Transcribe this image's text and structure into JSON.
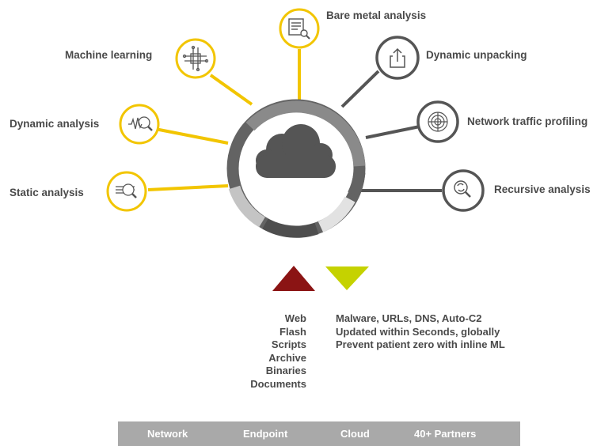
{
  "nodes": [
    {
      "id": "bare-metal",
      "label": "Bare metal analysis",
      "icon": "server-magnifier-icon",
      "color": "#f2c500"
    },
    {
      "id": "machine-learning",
      "label": "Machine learning",
      "icon": "neural-network-icon",
      "color": "#f2c500"
    },
    {
      "id": "dynamic-analysis",
      "label": "Dynamic analysis",
      "icon": "waveform-magnifier-icon",
      "color": "#f2c500"
    },
    {
      "id": "static-analysis",
      "label": "Static analysis",
      "icon": "document-magnifier-icon",
      "color": "#f2c500"
    },
    {
      "id": "dynamic-unpacking",
      "label": "Dynamic unpacking",
      "icon": "share-upload-icon",
      "color": "#555555"
    },
    {
      "id": "network-traffic",
      "label": "Network traffic profiling",
      "icon": "radar-icon",
      "color": "#555555"
    },
    {
      "id": "recursive-analysis",
      "label": "Recursive analysis",
      "icon": "recursive-magnifier-icon",
      "color": "#555555"
    }
  ],
  "center": {
    "icon": "cloud-icon",
    "color": "#555555"
  },
  "arrows": {
    "up": {
      "icon": "up-triangle-icon",
      "color": "#8b1414"
    },
    "down": {
      "icon": "down-triangle-icon",
      "color": "#c5d200"
    }
  },
  "inputs": [
    "Web",
    "Flash",
    "Scripts",
    "Archive",
    "Binaries",
    "Documents"
  ],
  "outputs": [
    "Malware, URLs, DNS, Auto-C2",
    "Updated within Seconds, globally",
    "Prevent patient zero with inline ML"
  ],
  "bar": {
    "items": [
      "Network",
      "Endpoint",
      "Cloud",
      "40+ Partners"
    ],
    "color": "#a9a9a9"
  }
}
